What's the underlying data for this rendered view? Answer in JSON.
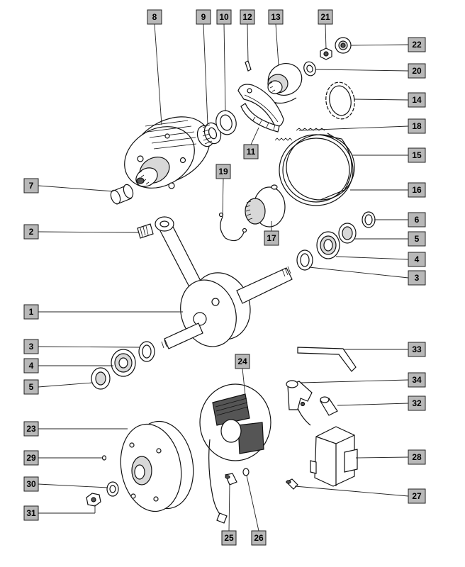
{
  "callouts": [
    {
      "id": "c8",
      "text": "8"
    },
    {
      "id": "c9",
      "text": "9"
    },
    {
      "id": "c10",
      "text": "10"
    },
    {
      "id": "c12",
      "text": "12"
    },
    {
      "id": "c13",
      "text": "13"
    },
    {
      "id": "c21",
      "text": "21"
    },
    {
      "id": "c22",
      "text": "22"
    },
    {
      "id": "c20",
      "text": "20"
    },
    {
      "id": "c14",
      "text": "14"
    },
    {
      "id": "c18",
      "text": "18"
    },
    {
      "id": "c11",
      "text": "11"
    },
    {
      "id": "c15",
      "text": "15"
    },
    {
      "id": "c7",
      "text": "7"
    },
    {
      "id": "c16",
      "text": "16"
    },
    {
      "id": "c19",
      "text": "19"
    },
    {
      "id": "c6",
      "text": "6"
    },
    {
      "id": "c2",
      "text": "2"
    },
    {
      "id": "c17",
      "text": "17"
    },
    {
      "id": "c5a",
      "text": "5"
    },
    {
      "id": "c4a",
      "text": "4"
    },
    {
      "id": "c3a",
      "text": "3"
    },
    {
      "id": "c1",
      "text": "1"
    },
    {
      "id": "c3b",
      "text": "3"
    },
    {
      "id": "c33",
      "text": "33"
    },
    {
      "id": "c4b",
      "text": "4"
    },
    {
      "id": "c24",
      "text": "24"
    },
    {
      "id": "c5b",
      "text": "5"
    },
    {
      "id": "c34",
      "text": "34"
    },
    {
      "id": "c32",
      "text": "32"
    },
    {
      "id": "c23",
      "text": "23"
    },
    {
      "id": "c28",
      "text": "28"
    },
    {
      "id": "c29",
      "text": "29"
    },
    {
      "id": "c30",
      "text": "30"
    },
    {
      "id": "c27",
      "text": "27"
    },
    {
      "id": "c31",
      "text": "31"
    },
    {
      "id": "c25",
      "text": "25"
    },
    {
      "id": "c26",
      "text": "26"
    }
  ]
}
